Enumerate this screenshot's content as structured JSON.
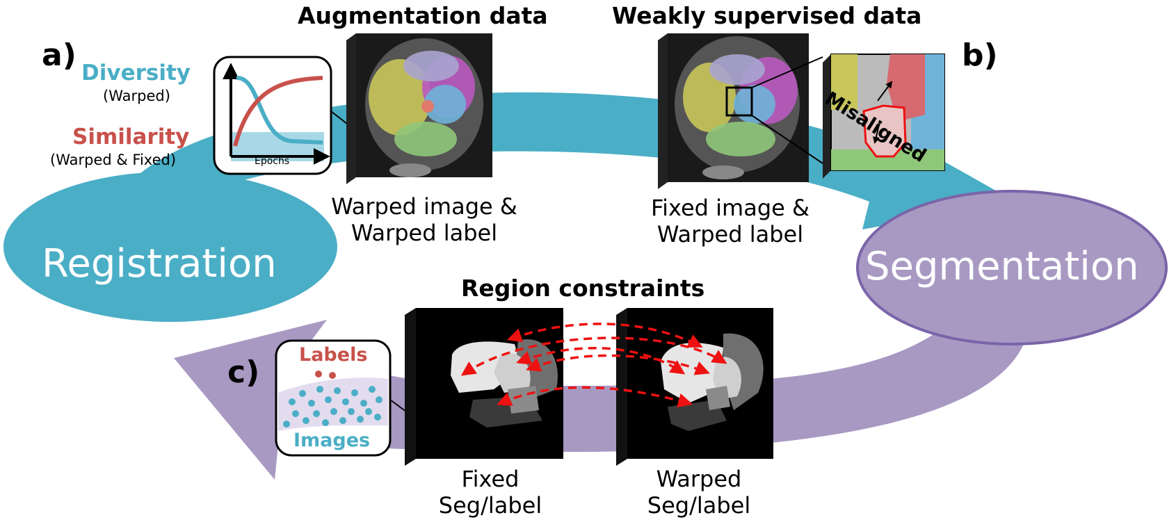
{
  "panels": {
    "a": "a)",
    "b": "b)",
    "c": "c)"
  },
  "headings": {
    "augmentation": "Augmentation data",
    "weak": "Weakly supervised data",
    "region": "Region constraints"
  },
  "nodes": {
    "registration": "Registration",
    "segmentation": "Segmentation"
  },
  "legend": {
    "diversity": "Diversity",
    "diversity_sub": "(Warped)",
    "similarity": "Similarity",
    "similarity_sub": "(Warped & Fixed)",
    "epochs": "Epochs"
  },
  "captions": {
    "warped_image_1": "Warped image &",
    "warped_image_2": "Warped label",
    "fixed_image_1": "Fixed image &",
    "fixed_image_2": "Warped label",
    "fixed_seg_1": "Fixed",
    "fixed_seg_2": "Seg/label",
    "warped_seg_1": "Warped",
    "warped_seg_2": "Seg/label"
  },
  "annotations": {
    "misaligned": "Misaligned",
    "labels": "Labels",
    "images": "Images"
  },
  "colors": {
    "teal": "#4aaec6",
    "purple": "#a899c3",
    "purple_border": "#7a64a8",
    "red": "#c8514b",
    "arrow_red": "#ee1111"
  }
}
